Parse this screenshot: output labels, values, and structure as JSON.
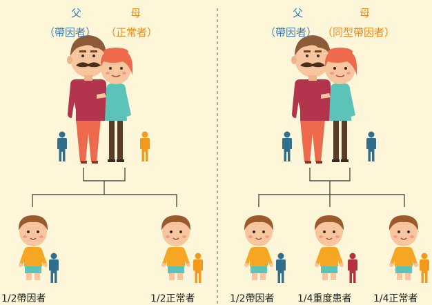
{
  "colors": {
    "background": "#fdf6d8",
    "carrier_text": "#3a7db8",
    "normal_text": "#f08a1c",
    "icon_carrier": "#2f6e8c",
    "icon_normal": "#f39a1e",
    "icon_severe": "#b5313f",
    "line": "#333333"
  },
  "left_panel": {
    "father": {
      "title": "父",
      "status": "（帶因者）"
    },
    "mother": {
      "title": "母",
      "status": "（正常者）"
    },
    "children": [
      {
        "label": "1/2帶因者",
        "icon": "carrier-person-icon"
      },
      {
        "label": "1/2正常者",
        "icon": "normal-person-icon"
      }
    ]
  },
  "right_panel": {
    "father": {
      "title": "父",
      "status": "（帶因者）"
    },
    "mother": {
      "title": "母",
      "status": "（同型帶因者）"
    },
    "children": [
      {
        "label": "1/2帶因者",
        "icon": "carrier-person-icon"
      },
      {
        "label": "1/4重度患者",
        "icon": "severe-patient-person-icon"
      },
      {
        "label": "1/4正常者",
        "icon": "normal-person-icon"
      }
    ]
  }
}
